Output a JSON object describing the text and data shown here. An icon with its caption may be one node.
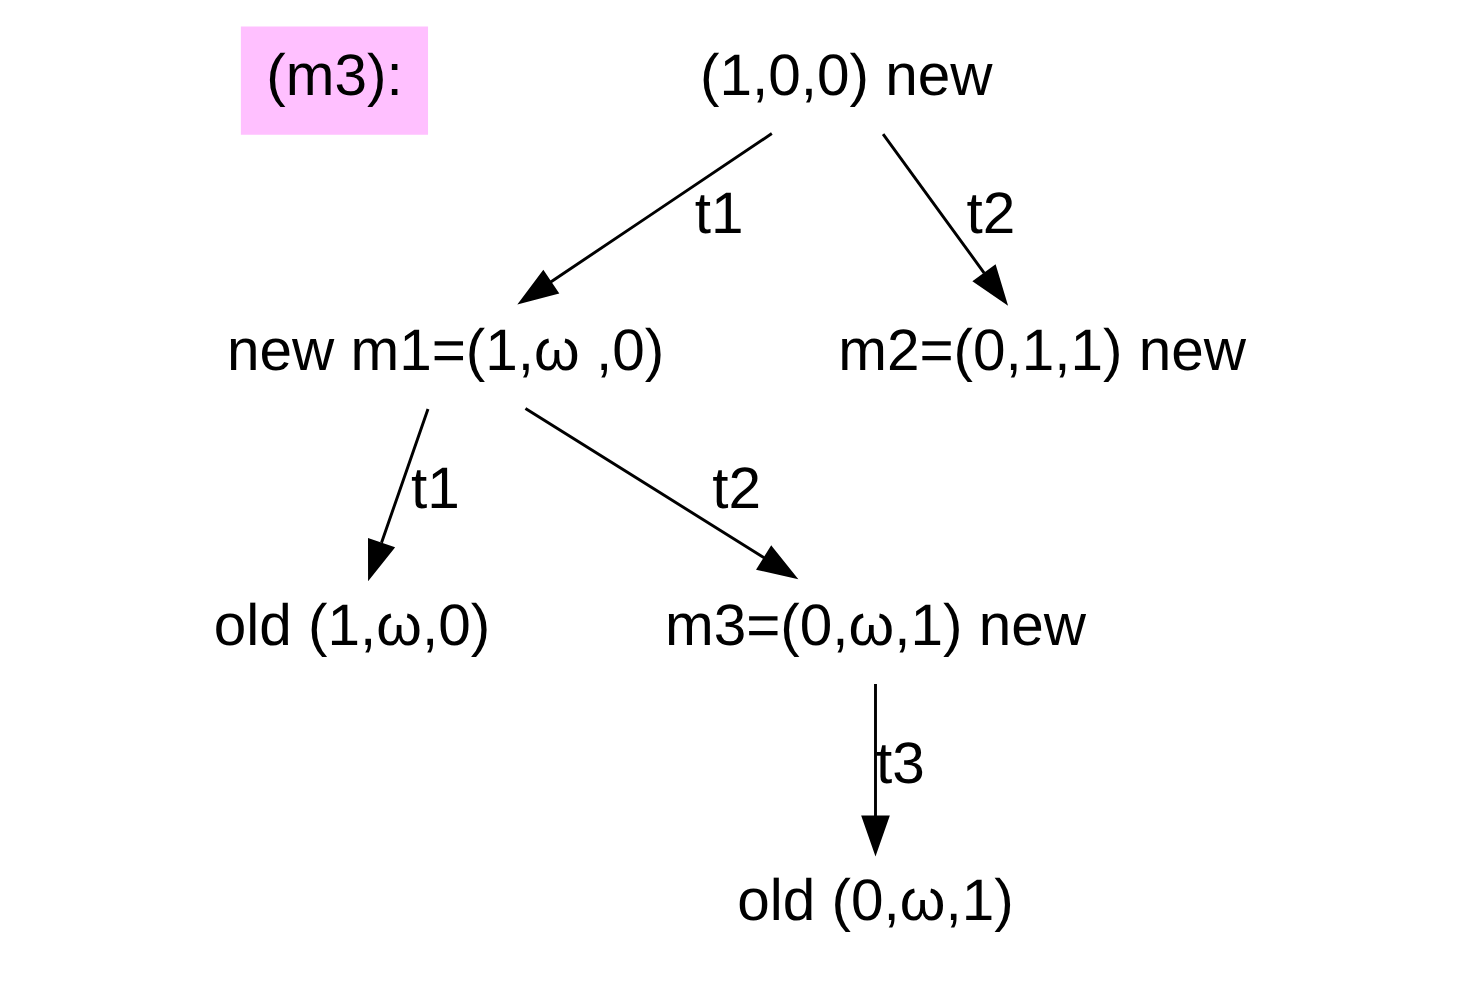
{
  "diagram": {
    "nodes": [
      {
        "text": [
          "(m3):"
        ]
      },
      {
        "text": [
          "(1,0,0) new"
        ]
      },
      {
        "text": [
          "new m1=(1,ω ,0)"
        ]
      },
      {
        "text": [
          "m2=(0,1,1) new"
        ]
      },
      {
        "text": [
          "old (1,ω,0)"
        ]
      },
      {
        "text": [
          "m3=(0,ω,1) new"
        ]
      },
      {
        "text": [
          "old (0,ω,1)"
        ]
      }
    ],
    "edges": [
      {
        "from": 1,
        "to": 2,
        "arrow": "to",
        "label": "t1"
      },
      {
        "from": 1,
        "to": 3,
        "arrow": "to",
        "label": "t2"
      },
      {
        "from": 2,
        "to": 4,
        "arrow": "to",
        "label": "t1"
      },
      {
        "from": 2,
        "to": 5,
        "arrow": "to",
        "label": "t2"
      },
      {
        "from": 5,
        "to": 6,
        "arrow": "to",
        "label": "t3"
      }
    ]
  }
}
